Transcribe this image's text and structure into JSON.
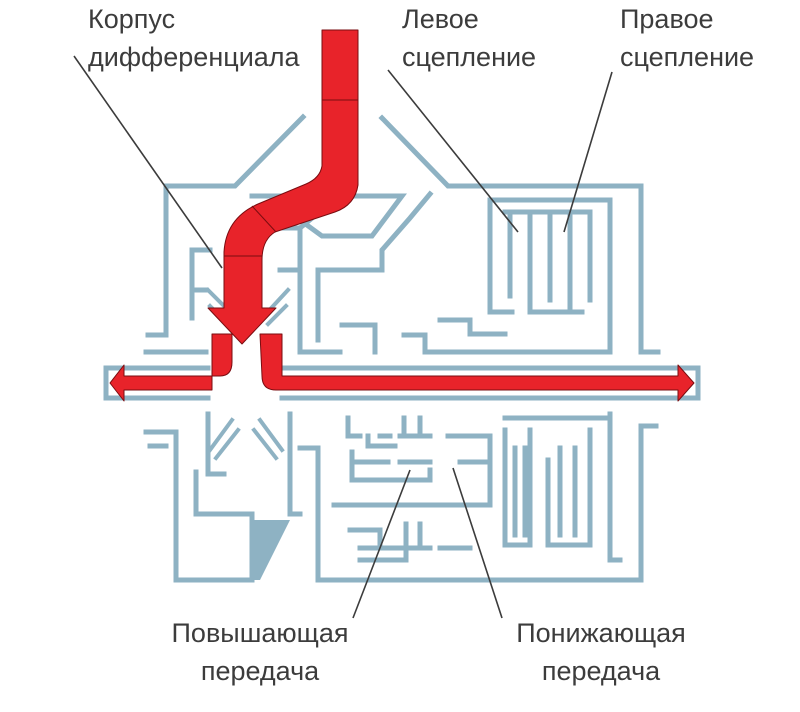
{
  "labels": {
    "diff_case": [
      "Корпус",
      "дифференциала"
    ],
    "left_clutch": [
      "Левое",
      "сцепление"
    ],
    "right_clutch": [
      "Правое",
      "сцепление"
    ],
    "overdrive_gear": [
      "Повышающая",
      "передача"
    ],
    "underdrive_gear": [
      "Понижающая",
      "передача"
    ]
  },
  "colors": {
    "structure": "#8eb2c3",
    "power_flow": "#e8232a",
    "text": "#3c3c3c"
  }
}
